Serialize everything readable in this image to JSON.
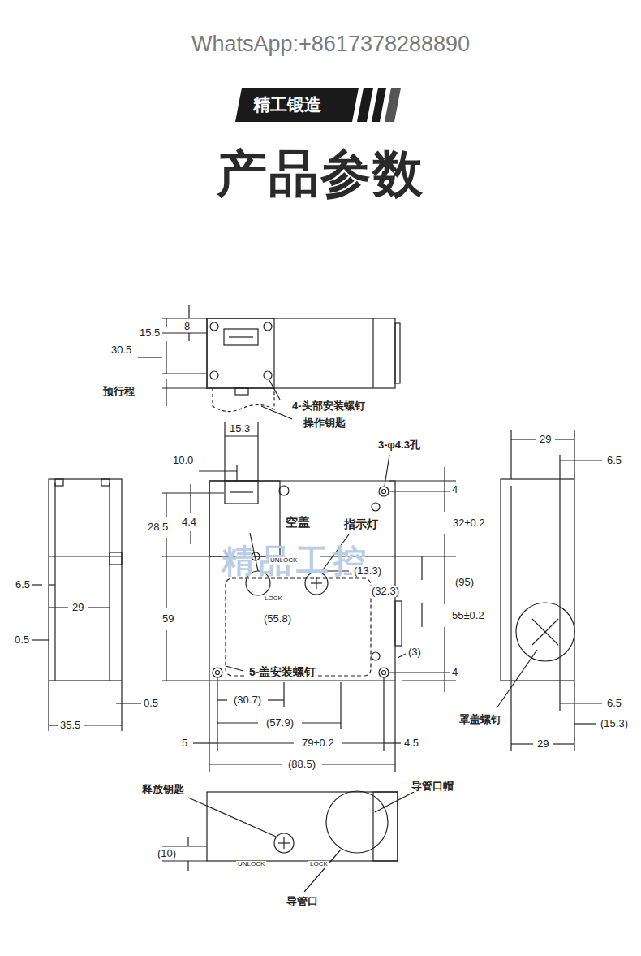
{
  "diagram": {
    "title": "产品参数",
    "nodes": [
      {
        "text": [
          "精工锻造"
        ]
      }
    ],
    "labels": [
      "WhatsApp:+8617378288890",
      "8",
      "15.5",
      "30.5",
      "预行程",
      "4-头部安装螺钉",
      "操作钥匙",
      "15.3",
      "10.0",
      "3-φ4.3孔",
      "4",
      "32±0.2",
      "28.5",
      "4.4",
      "空盖",
      "指示灯",
      "UNLOCK",
      "(13.3)",
      "(95)",
      "(32.3)",
      "LOCK",
      "55±0.2",
      "59",
      "(55.8)",
      "5-盖安装螺钉",
      "(3)",
      "4",
      "(30.7)",
      "(57.9)",
      "5",
      "79±0.2",
      "4.5",
      "(88.5)",
      "6.5",
      "29",
      "0.5",
      "0.5",
      "35.5",
      "29",
      "6.5",
      "罩盖螺钉",
      "6.5",
      "(15.3)",
      "29",
      "释放钥匙",
      "导管口帽",
      "(10)",
      "UNLOCK",
      "LOCK",
      "导管口",
      "精品工控"
    ]
  }
}
